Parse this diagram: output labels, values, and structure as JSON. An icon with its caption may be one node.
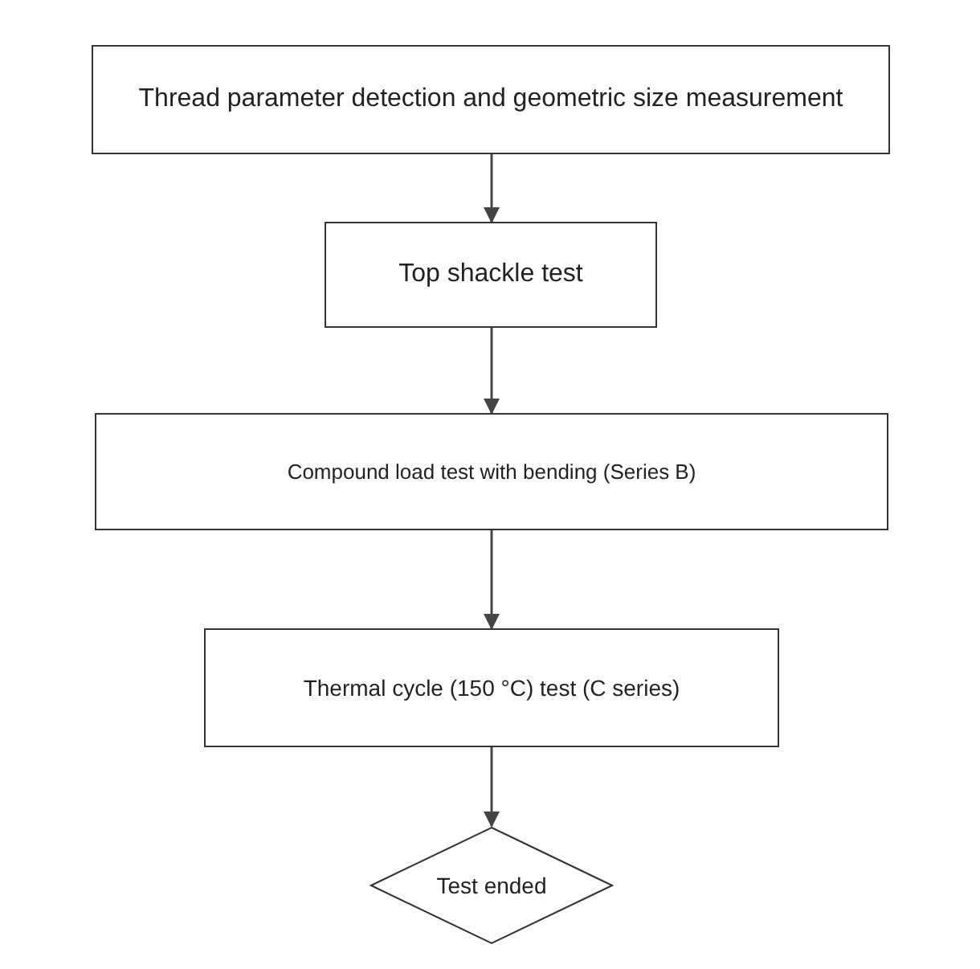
{
  "diagram": {
    "nodes": [
      {
        "text": [
          "Thread parameter detection and geometric size measurement"
        ]
      },
      {
        "text": [
          "Top shackle test"
        ]
      },
      {
        "text": [
          "Compound load test with bending (Series B)"
        ]
      },
      {
        "text": [
          "Thermal cycle (150 °C) test (C series)"
        ]
      },
      {
        "text": [
          "Test ended"
        ]
      }
    ],
    "edges": [
      {
        "from": 0,
        "to": 1,
        "arrow": "to"
      },
      {
        "from": 1,
        "to": 2,
        "arrow": "to"
      },
      {
        "from": 2,
        "to": 3,
        "arrow": "to"
      },
      {
        "from": 3,
        "to": 4,
        "arrow": "to"
      }
    ]
  }
}
